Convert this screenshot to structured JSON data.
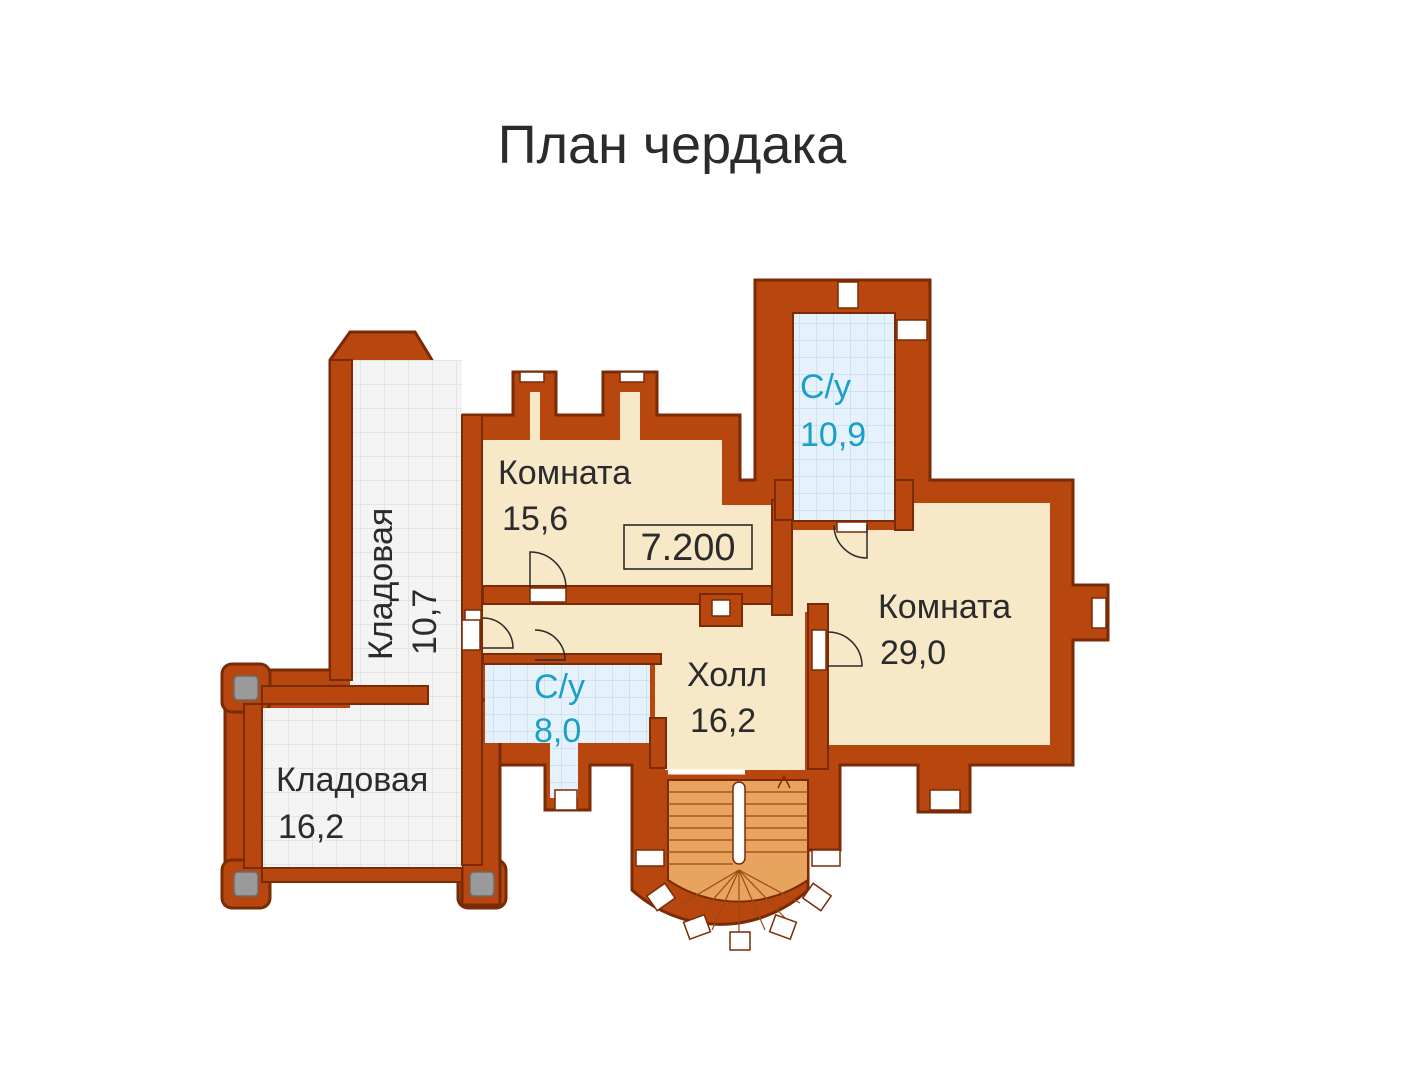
{
  "title": "План чердака",
  "level_mark": "7.200",
  "rooms": {
    "storage_left": {
      "name": "Кладовая",
      "area": "10,7"
    },
    "storage_bottom": {
      "name": "Кладовая",
      "area": "16,2"
    },
    "room_small": {
      "name": "Комната",
      "area": "15,6"
    },
    "room_large": {
      "name": "Комната",
      "area": "29,0"
    },
    "hall": {
      "name": "Холл",
      "area": "16,2"
    },
    "bath_top": {
      "name": "С/у",
      "area": "10,9"
    },
    "bath_small": {
      "name": "С/у",
      "area": "8,0"
    }
  },
  "colors": {
    "wall_outer": "#b8470f",
    "wall_inner": "#7a2a05",
    "room_fill": "#f7e8c8",
    "tile_fill": "#e6f2fb",
    "tile_grid": "#c9ddef",
    "storage_fill": "#f3f3f3",
    "storage_grid": "#dedede",
    "stair_fill": "#e8a35e",
    "label_blue": "#1aa0c8"
  }
}
